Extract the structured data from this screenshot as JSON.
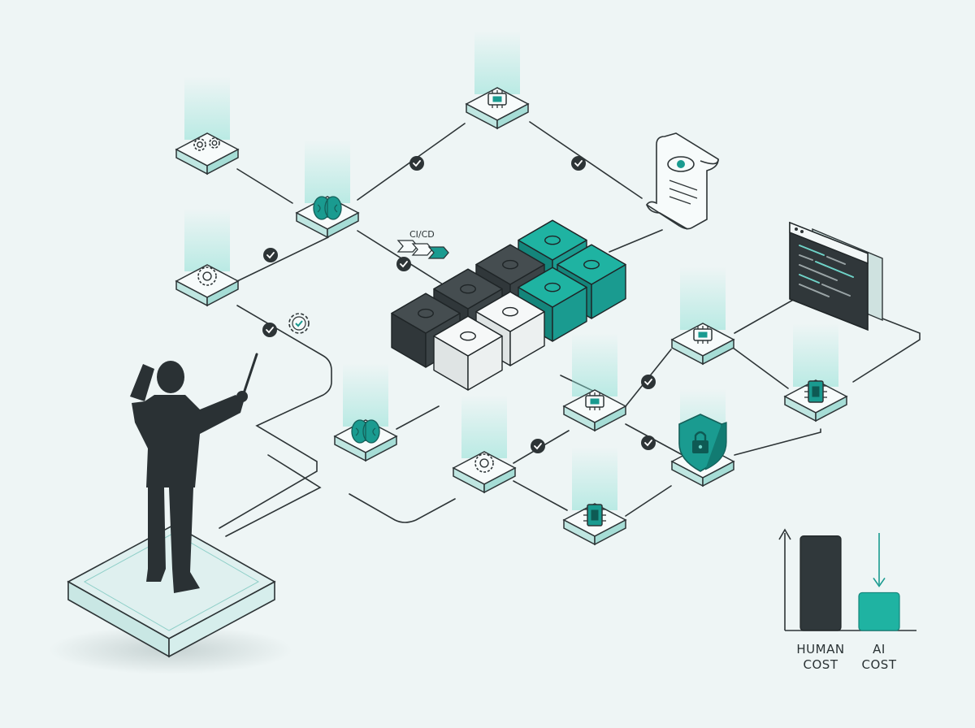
{
  "pipeline": {
    "stage_label": "CI/CD"
  },
  "chart_data": {
    "type": "bar",
    "categories": [
      "HUMAN COST",
      "AI COST"
    ],
    "category_lines": [
      [
        "HUMAN",
        "COST"
      ],
      [
        "AI",
        "COST"
      ]
    ],
    "values": [
      100,
      40
    ],
    "value_unit": "relative",
    "title": "",
    "xlabel": "",
    "ylabel": "",
    "ylim": [
      0,
      110
    ],
    "grid": false,
    "legend": "none",
    "colors": [
      "#30383b",
      "#1fb3a2"
    ],
    "annotations": [
      "up-arrow-axis",
      "down-arrow-over-ai-cost"
    ]
  },
  "colors": {
    "teal": "#1a9b90",
    "teal_light": "#6fd3c8",
    "dark": "#30373a",
    "line": "#2d3436",
    "node_fill": "#f7fbfb",
    "background": "#eef5f5"
  }
}
